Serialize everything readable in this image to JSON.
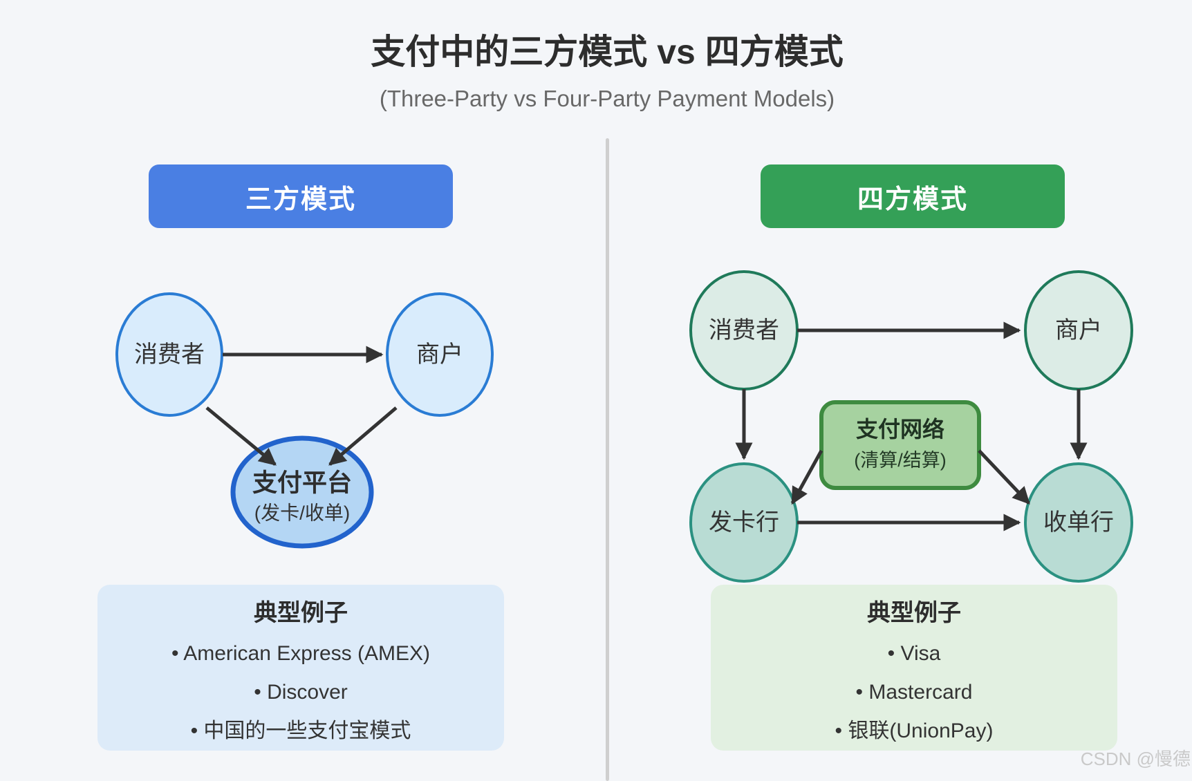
{
  "colors": {
    "bg": "#f4f6f9",
    "title": "#2d2d2d",
    "subtitle": "#686868",
    "divider": "#cfcfcf",
    "arrow": "#333333",
    "blue_header": "#4a7fe3",
    "green_header": "#34a057",
    "blue_node_fill": "#d9ecfc",
    "blue_node_stroke": "#2a7cd4",
    "platform_fill": "#b4d6f4",
    "platform_stroke": "#2263cc",
    "green_node_fill": "#dcece6",
    "green_node_stroke": "#1f7a5a",
    "teal_node_fill": "#b9dcd4",
    "teal_node_stroke": "#2b9181",
    "network_fill": "#a6d2a0",
    "network_stroke": "#3e8b40",
    "example_blue_bg": "#ddebf9",
    "example_green_bg": "#e2f0e1",
    "watermark": "#c9c9c9",
    "text": "#333333"
  },
  "header": {
    "title": "支付中的三方模式 vs 四方模式",
    "subtitle": "(Three-Party vs Four-Party Payment Models)"
  },
  "left_panel": {
    "header_label": "三方模式",
    "nodes": {
      "consumer": "消费者",
      "merchant": "商户",
      "platform_title": "支付平台",
      "platform_subtitle": "(发卡/收单)"
    },
    "examples": {
      "title": "典型例子",
      "items": [
        "• American Express (AMEX)",
        "• Discover",
        "• 中国的一些支付宝模式"
      ]
    }
  },
  "right_panel": {
    "header_label": "四方模式",
    "nodes": {
      "consumer": "消费者",
      "merchant": "商户",
      "issuer": "发卡行",
      "acquirer": "收单行",
      "network_title": "支付网络",
      "network_subtitle": "(清算/结算)"
    },
    "examples": {
      "title": "典型例子",
      "items": [
        "• Visa",
        "• Mastercard",
        "• 银联(UnionPay)"
      ]
    }
  },
  "watermark": "CSDN @慢德"
}
